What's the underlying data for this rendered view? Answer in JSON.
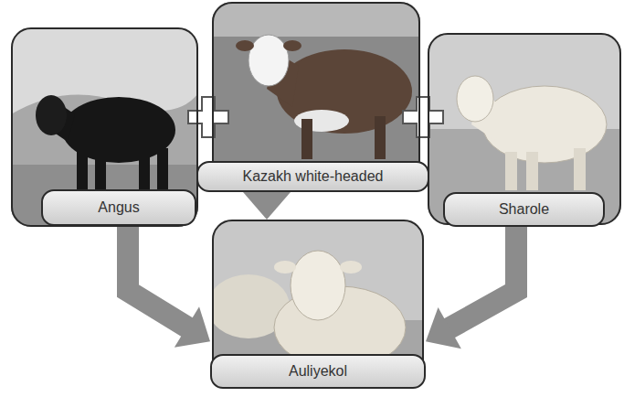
{
  "diagram": {
    "nodes": [
      {
        "text": [
          "Angus"
        ]
      },
      {
        "text": [
          "Kazakh white-headed"
        ]
      },
      {
        "text": [
          "Sharole"
        ]
      },
      {
        "text": [
          "Auliyekol"
        ]
      }
    ],
    "edges": [
      {
        "from": 0,
        "to": 3,
        "arrow": "to"
      },
      {
        "from": 1,
        "to": 3,
        "arrow": "to"
      },
      {
        "from": 2,
        "to": 3,
        "arrow": "to"
      }
    ]
  }
}
